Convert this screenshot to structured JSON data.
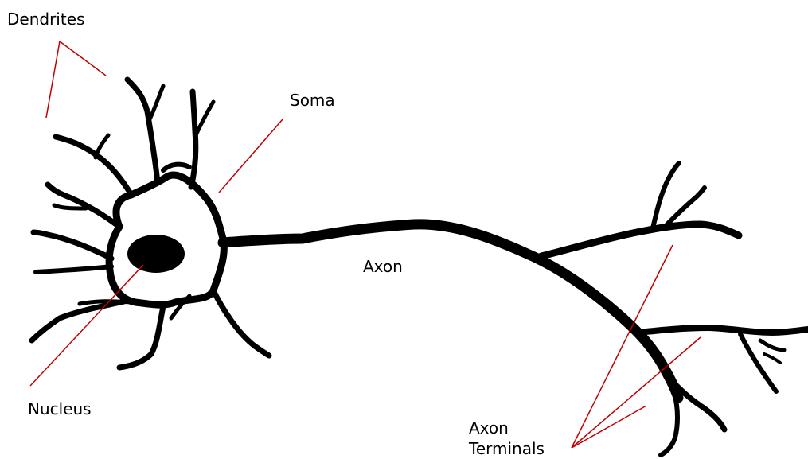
{
  "labels": {
    "dendrites": "Dendrites",
    "soma": "Soma",
    "axon": "Axon",
    "nucleus": "Nucleus",
    "axon_terminals_line1": "Axon",
    "axon_terminals_line2": "Terminals"
  },
  "colors": {
    "neuron": "#000000",
    "leader_lines": "#c00000",
    "background": "#ffffff"
  }
}
